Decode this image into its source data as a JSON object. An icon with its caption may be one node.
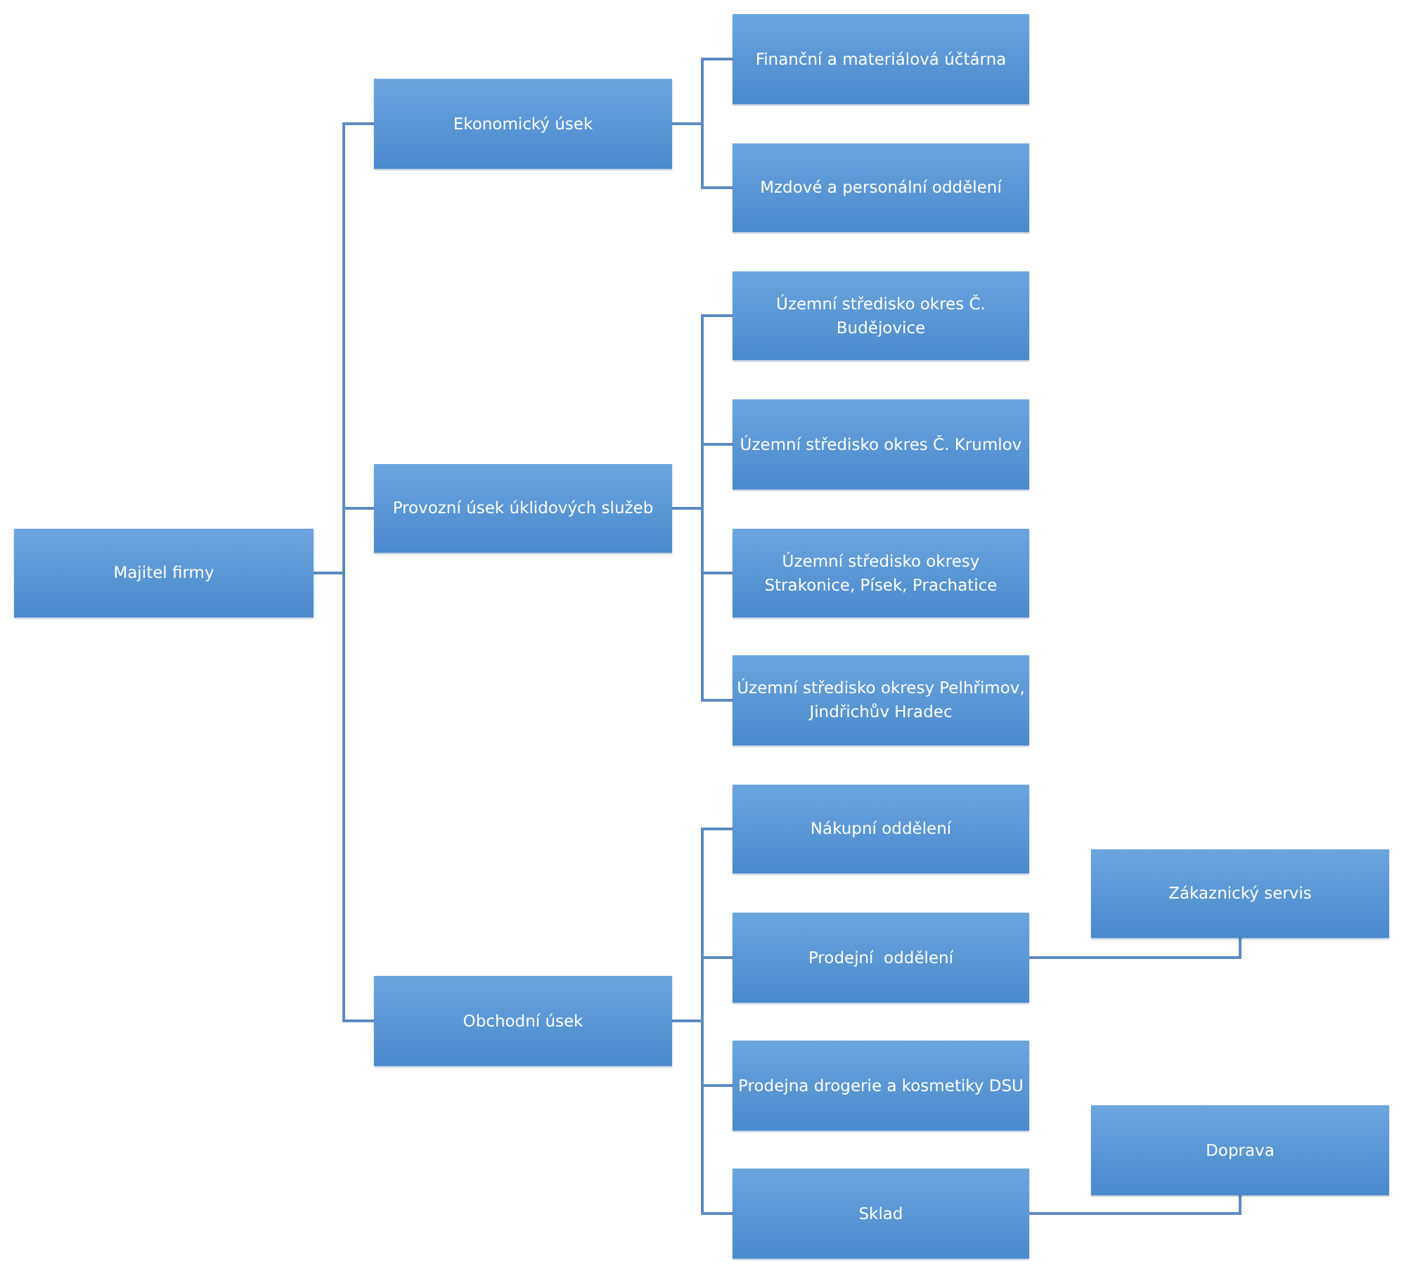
{
  "diagram": {
    "nodes": [
      {
        "text": [
          "Majitel firmy"
        ]
      },
      {
        "text": [
          "Ekonomický úsek"
        ]
      },
      {
        "text": [
          "Provozní úsek úklidových služeb"
        ]
      },
      {
        "text": [
          "Obchodní úsek"
        ]
      },
      {
        "text": [
          "Finanční a materiálová účtárna"
        ]
      },
      {
        "text": [
          "Mzdové a personální oddělení"
        ]
      },
      {
        "text": [
          "Územní středisko okres Č. Budějovice"
        ]
      },
      {
        "text": [
          "Územní středisko okres Č. Krumlov"
        ]
      },
      {
        "text": [
          "Územní středisko okresy Strakonice, Písek, Prachatice"
        ]
      },
      {
        "text": [
          "Územní středisko okresy Pelhřimov, Jindřichův Hradec"
        ]
      },
      {
        "text": [
          "Nákupní oddělení"
        ]
      },
      {
        "text": [
          "Prodejní  oddělení"
        ]
      },
      {
        "text": [
          "Prodejna drogerie a kosmetiky DSU"
        ]
      },
      {
        "text": [
          "Sklad"
        ]
      },
      {
        "text": [
          "Zákaznický servis"
        ]
      },
      {
        "text": [
          "Doprava"
        ]
      }
    ],
    "edges": [
      {
        "from": 0,
        "to": 1,
        "arrow": "none"
      },
      {
        "from": 0,
        "to": 2,
        "arrow": "none"
      },
      {
        "from": 0,
        "to": 3,
        "arrow": "none"
      },
      {
        "from": 1,
        "to": 4,
        "arrow": "none"
      },
      {
        "from": 1,
        "to": 5,
        "arrow": "none"
      },
      {
        "from": 2,
        "to": 6,
        "arrow": "none"
      },
      {
        "from": 2,
        "to": 7,
        "arrow": "none"
      },
      {
        "from": 2,
        "to": 8,
        "arrow": "none"
      },
      {
        "from": 2,
        "to": 9,
        "arrow": "none"
      },
      {
        "from": 3,
        "to": 10,
        "arrow": "none"
      },
      {
        "from": 3,
        "to": 11,
        "arrow": "none"
      },
      {
        "from": 3,
        "to": 12,
        "arrow": "none"
      },
      {
        "from": 3,
        "to": 13,
        "arrow": "none"
      },
      {
        "from": 11,
        "to": 14,
        "arrow": "none"
      },
      {
        "from": 13,
        "to": 15,
        "arrow": "none"
      }
    ]
  }
}
